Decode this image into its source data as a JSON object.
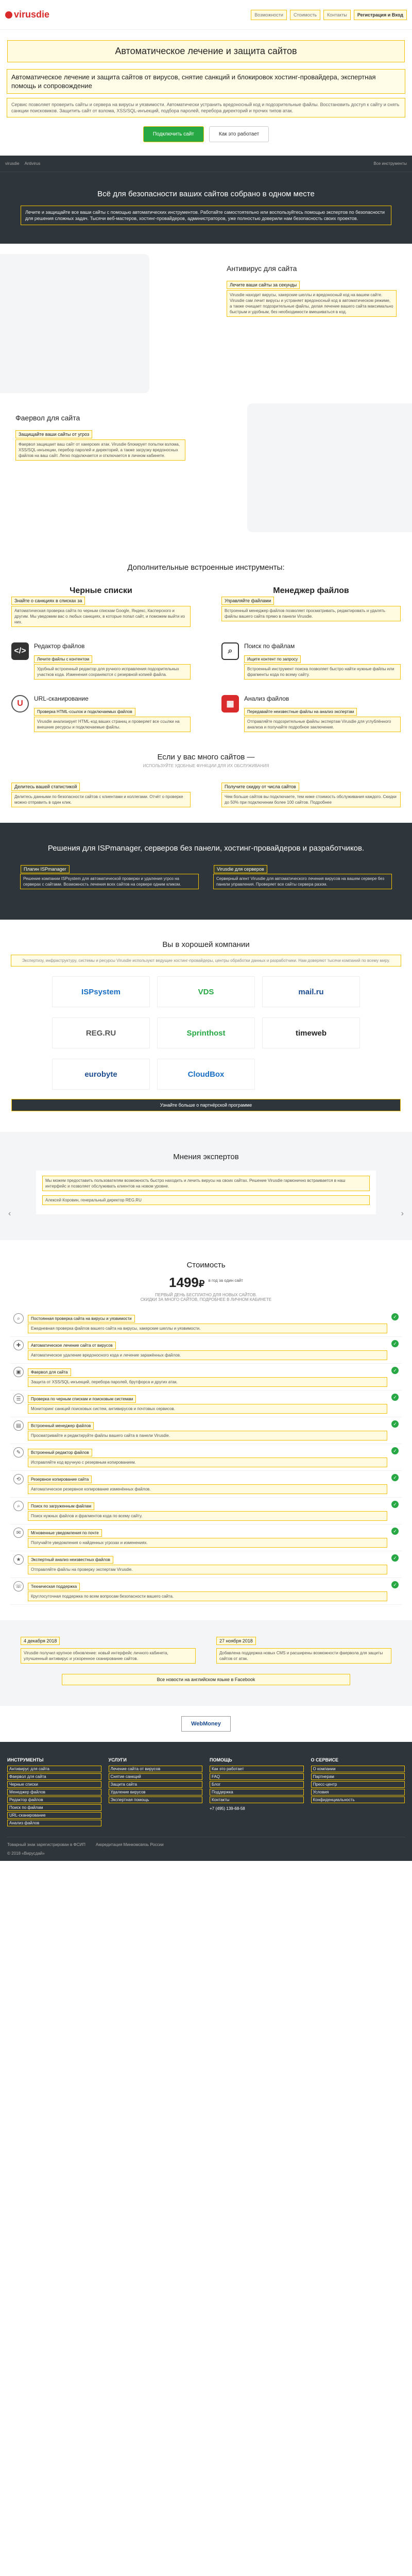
{
  "header": {
    "logo": "virusdie",
    "nav": [
      "Возможности",
      "Стоимость",
      "Контакты",
      "Регистрация и Вход"
    ]
  },
  "hero": {
    "title": "Автоматическое лечение и защита сайтов",
    "h2": "Автоматическое лечение и защита сайтов от вирусов, снятие санкций и блокировок хостинг-провайдера, экспертная помощь и сопровождение",
    "desc": "Сервис позволяет проверить сайты и сервера на вирусы и уязвимости. Автоматически устранить вредоносный код и подозрительные файлы. Восстановить доступ к сайту и снять санкции поисковиков. Защитить сайт от взлома, XSS/SQL-инъекций, подбора паролей, перебора директорий и прочих типов атак.",
    "btn_primary": "Подключить сайт",
    "btn_secondary": "Как это работает"
  },
  "toolbar": {
    "left": "virusdie",
    "mid": "Antivirus",
    "right": "Все инструменты"
  },
  "dark": {
    "title": "Всё для безопасности ваших сайтов собрано в одном месте",
    "lead": "Лечите и защищайте все ваши сайты с помощью автоматических инструментов. Работайте самостоятельно или воспользуйтесь помощью экспертов по безопасности для решения сложных задач. Тысячи веб-мастеров, хостинг-провайдеров, администраторов, уже полностью доверили нам безопасность своих проектов."
  },
  "antivirus": {
    "title": "Антивирус для сайта",
    "sub": "Лечите ваши сайты за секунды",
    "text": "Virusdie находит вирусы, хакерские шеллы и вредоносный код на вашем сайте. Virusdie сам лечит вирусы и устраняет вредоносный код в автоматическом режиме, а также очищает подозрительные файлы, делая лечение вашего сайта максимально быстрым и удобным, без необходимости вмешиваться в код."
  },
  "firewall": {
    "title": "Фаервол для сайта",
    "sub": "Защищайте ваши сайты от угроз",
    "text": "Фаервол защищает ваш сайт от хакерских атак. Virusdie блокирует попытки взлома, XSS/SQL-инъекции, перебор паролей и директорий, а также загрузку вредоносных файлов на ваш сайт. Легко подключается и отключается в личном кабинете."
  },
  "tools": {
    "title": "Дополнительные встроенные инструменты:",
    "items": [
      {
        "title": "Черные списки",
        "sub": "Знайте о санкциях в списках за",
        "text": "Автоматическая проверка сайта по черным спискам Google, Яндекс, Касперского и другим. Мы уведомим вас о любых санкциях, в которые попал сайт, и поможем выйти из них.",
        "icon": "none"
      },
      {
        "title": "Менеджер файлов",
        "sub": "Управляйте файлами",
        "text": "Встроенный менеджер файлов позволяет просматривать, редактировать и удалять файлы вашего сайта прямо в панели Virusdie.",
        "icon": "none"
      },
      {
        "title": "Редактор файлов",
        "sub": "Лечите файлы с контентом",
        "text": "Удобный встроенный редактор для ручного исправления подозрительных участков кода. Изменения сохраняются с резервной копией файла.",
        "icon": "code-icon"
      },
      {
        "title": "Поиск по файлам",
        "sub": "Ищите контент по запросу",
        "text": "Встроенный инструмент поиска позволяет быстро найти нужные файлы или фрагменты кода по всему сайту.",
        "icon": "search-icon"
      },
      {
        "title": "URL-сканирование",
        "sub": "Проверка HTML-ссылок и подключаемых файлов",
        "text": "Virusdie анализирует HTML-код ваших страниц и проверяет все ссылки на внешние ресурсы и подключаемые файлы.",
        "icon": "url-icon"
      },
      {
        "title": "Анализ файлов",
        "sub": "Передавайте неизвестные файлы на анализ экспертам",
        "text": "Отправляйте подозрительные файлы экспертам Virusdie для углублённого анализа и получайте подробное заключение.",
        "icon": "doc-icon"
      }
    ]
  },
  "many": {
    "title": "Если у вас много сайтов —",
    "sub": "ИСПОЛЬЗУЙТЕ УДОБНЫЕ ФУНКЦИИ ДЛЯ ИХ ОБСЛУЖИВАНИЯ",
    "items": [
      {
        "sub": "Делитесь вашей статистикой",
        "text": "Делитесь данными по безопасности сайтов с клиентами и коллегами. Отчёт о проверке можно отправить в один клик."
      },
      {
        "sub": "Получите скидку от числа сайтов",
        "text": "Чем больше сайтов вы подключаете, тем ниже стоимость обслуживания каждого. Скидки до 50% при подключении более 100 сайтов. Подробнее"
      }
    ]
  },
  "resell": {
    "title": "Решения для ISPmanager, серверов без панели, хостинг-провайдеров и разработчиков.",
    "items": [
      {
        "sub": "Плагин ISPmanager",
        "text": "Решение компании ISPsystem для автоматической проверки и удаления угроз на серверах с сайтами. Возможность лечения всех сайтов на сервере одним кликом."
      },
      {
        "sub": "Virusdie для серверов",
        "text": "Серверный агент Virusdie для автоматического лечения вирусов на вашем сервере без панели управления. Проверяет все сайты сервера разом."
      }
    ]
  },
  "partners": {
    "title": "Вы в хорошей компании",
    "lead": "Экспертизу, инфраструктуру, системы и ресурсы Virusdie используют ведущие хостинг-провайдеры, центры обработки данных и разработчики. Нам доверяют тысячи компаний по всему миру.",
    "logos": [
      "ISPsystem",
      "VDS",
      "mail.ru",
      "REG.RU",
      "Sprinthost",
      "timeweb",
      "eurobyte",
      "CloudBox"
    ],
    "foot": "Узнайте больше о партнёрской программе"
  },
  "reviews": {
    "title": "Мнения экспертов",
    "text": "Мы можем предоставить пользователям возможность быстро находить и лечить вирусы на своих сайтах. Решение Virusdie гармонично встраивается в наш интерфейс и позволяет обслуживать клиентов на новом уровне.",
    "author": "Алексей Коровин, генеральный директор REG.RU"
  },
  "price": {
    "title": "Стоимость",
    "value": "1499",
    "currency": "₽",
    "per": "в год за один сайт",
    "sub1": "ПЕРВЫЙ ДЕНЬ БЕСПЛАТНО ДЛЯ НОВЫХ САЙТОВ.",
    "sub2": "СКИДКИ ЗА МНОГО САЙТОВ, ПОДРОБНЕЕ В ЛИЧНОМ КАБИНЕТЕ",
    "features": [
      {
        "sub": "Постоянная проверка сайта на вирусы и уязвимости",
        "text": "Ежедневная проверка файлов вашего сайта на вирусы, хакерские шеллы и уязвимости."
      },
      {
        "sub": "Автоматическое лечение сайта от вирусов",
        "text": "Автоматическое удаление вредоносного кода и лечение заражённых файлов."
      },
      {
        "sub": "Фаервол для сайта",
        "text": "Защита от XSS/SQL-инъекций, перебора паролей, брутфорса и других атак."
      },
      {
        "sub": "Проверка по черным спискам и поисковым системам",
        "text": "Мониторинг санкций поисковых систем, антивирусов и почтовых сервисов."
      },
      {
        "sub": "Встроенный менеджер файлов",
        "text": "Просматривайте и редактируйте файлы вашего сайта в панели Virusdie."
      },
      {
        "sub": "Встроенный редактор файлов",
        "text": "Исправляйте код вручную с резервным копированием."
      },
      {
        "sub": "Резервное копирование сайта",
        "text": "Автоматическое резервное копирование изменённых файлов."
      },
      {
        "sub": "Поиск по загруженным файлам",
        "text": "Поиск нужных файлов и фрагментов кода по всему сайту."
      },
      {
        "sub": "Мгновенные уведомления по почте",
        "text": "Получайте уведомления о найденных угрозах и изменениях."
      },
      {
        "sub": "Экспертный анализ неизвестных файлов",
        "text": "Отправляйте файлы на проверку экспертам Virusdie."
      },
      {
        "sub": "Техническая поддержка",
        "text": "Круглосуточная поддержка по всем вопросам безопасности вашего сайта."
      }
    ]
  },
  "news": {
    "items": [
      {
        "date": "4 декабря 2018",
        "text": "Virusdie получил крупное обновление: новый интерфейс личного кабинета, улучшенный антивирус и ускоренное сканирование сайтов."
      },
      {
        "date": "27 ноября 2018",
        "text": "Добавлена поддержка новых CMS и расширены возможности фаервола для защиты сайтов от атак."
      }
    ],
    "link": "Все новости на английском языке в Facebook"
  },
  "payment": "WebMoney",
  "footer": {
    "cols": [
      {
        "title": "ИНСТРУМЕНТЫ",
        "links": [
          "Антивирус для сайта",
          "Фаервол для сайта",
          "Черные списки",
          "Менеджер файлов",
          "Редактор файлов",
          "Поиск по файлам",
          "URL-сканирование",
          "Анализ файлов"
        ]
      },
      {
        "title": "УСЛУГИ",
        "links": [
          "Лечение сайта от вирусов",
          "Снятие санкций",
          "Защита сайта",
          "Удаление вирусов",
          "Экспертная помощь"
        ]
      },
      {
        "title": "ПОМОЩЬ",
        "links": [
          "Как это работает",
          "FAQ",
          "Блог",
          "Поддержка",
          "Контакты"
        ]
      },
      {
        "title": "О СЕРВИСЕ",
        "links": [
          "О компании",
          "Партнерам",
          "Пресс-центр",
          "Условия",
          "Конфиденциальность"
        ]
      }
    ],
    "phone": "+7 (495) 139-68-58",
    "copyright": "© 2018 «Вирусдай»",
    "legal": "Товарный знак зарегистрирован в ФСИП",
    "legal2": "Аккредитация Минкомсвязь России"
  }
}
